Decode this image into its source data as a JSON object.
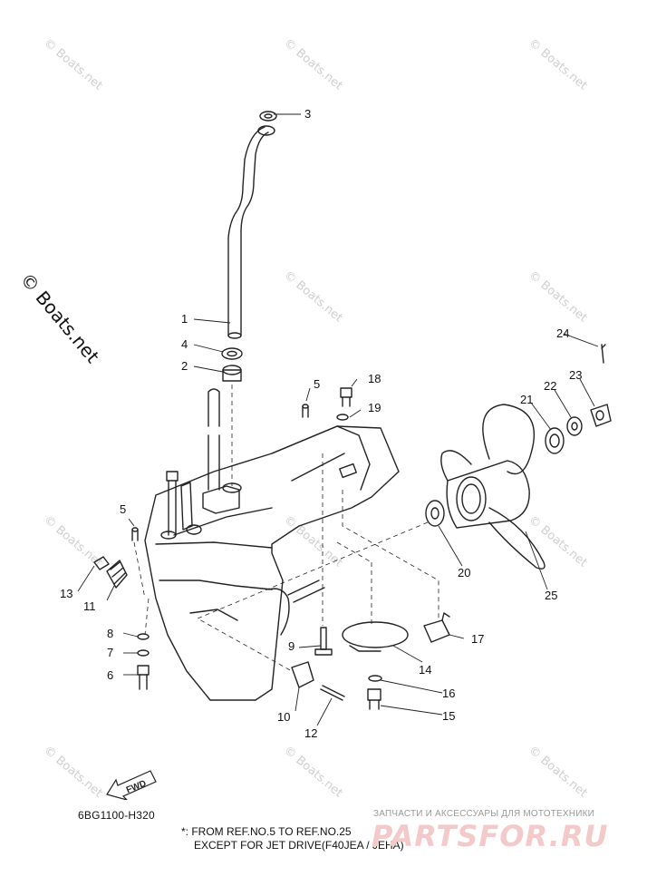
{
  "watermark": {
    "small": "© Boats.net",
    "large": "© Boats.net"
  },
  "diagram_code": "6BG1100-H320",
  "note": {
    "line1": "*: FROM REF.NO.5 TO REF.NO.25",
    "line2": "EXCEPT FOR JET DRIVE(F40JEA / JEHA)"
  },
  "fwd_label": "FWD",
  "brand": {
    "tagline": "ЗАПЧАСТИ И АКСЕССУАРЫ ДЛЯ МОТОТЕХНИКИ",
    "name": "PARTSFOR.RU"
  },
  "parts": [
    {
      "label": "1"
    },
    {
      "label": "2"
    },
    {
      "label": "3"
    },
    {
      "label": "4"
    },
    {
      "label": "5"
    },
    {
      "label": "5"
    },
    {
      "label": "6"
    },
    {
      "label": "7"
    },
    {
      "label": "8"
    },
    {
      "label": "9"
    },
    {
      "label": "10"
    },
    {
      "label": "11"
    },
    {
      "label": "12"
    },
    {
      "label": "13"
    },
    {
      "label": "14"
    },
    {
      "label": "15"
    },
    {
      "label": "16"
    },
    {
      "label": "17"
    },
    {
      "label": "18"
    },
    {
      "label": "19"
    },
    {
      "label": "20"
    },
    {
      "label": "21"
    },
    {
      "label": "22"
    },
    {
      "label": "23"
    },
    {
      "label": "24"
    },
    {
      "label": "25"
    }
  ]
}
